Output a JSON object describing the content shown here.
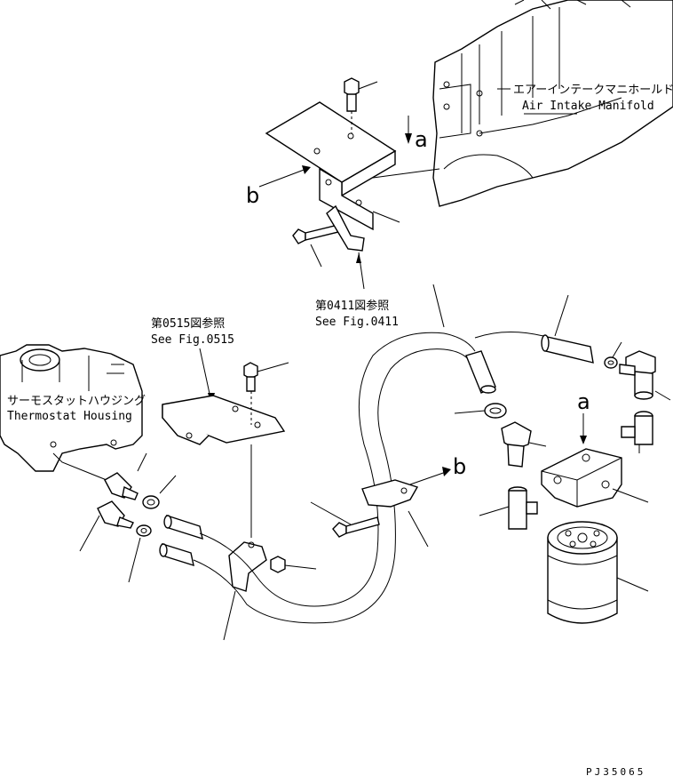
{
  "labels": {
    "air_intake_manifold_jp": "エアーインテークマニホールド",
    "air_intake_manifold_en": "Air Intake Manifold",
    "thermostat_housing_jp": "サーモスタットハウジング",
    "thermostat_housing_en": "Thermostat Housing",
    "see_fig_0515_jp": "第0515図参照",
    "see_fig_0515_en": "See Fig.0515",
    "see_fig_0411_jp": "第0411図参照",
    "see_fig_0411_en": "See Fig.0411"
  },
  "view_refs": {
    "a_top": "a",
    "b_left": "b",
    "b_right": "b",
    "a_right": "a"
  },
  "drawing_code": "PJ35065"
}
